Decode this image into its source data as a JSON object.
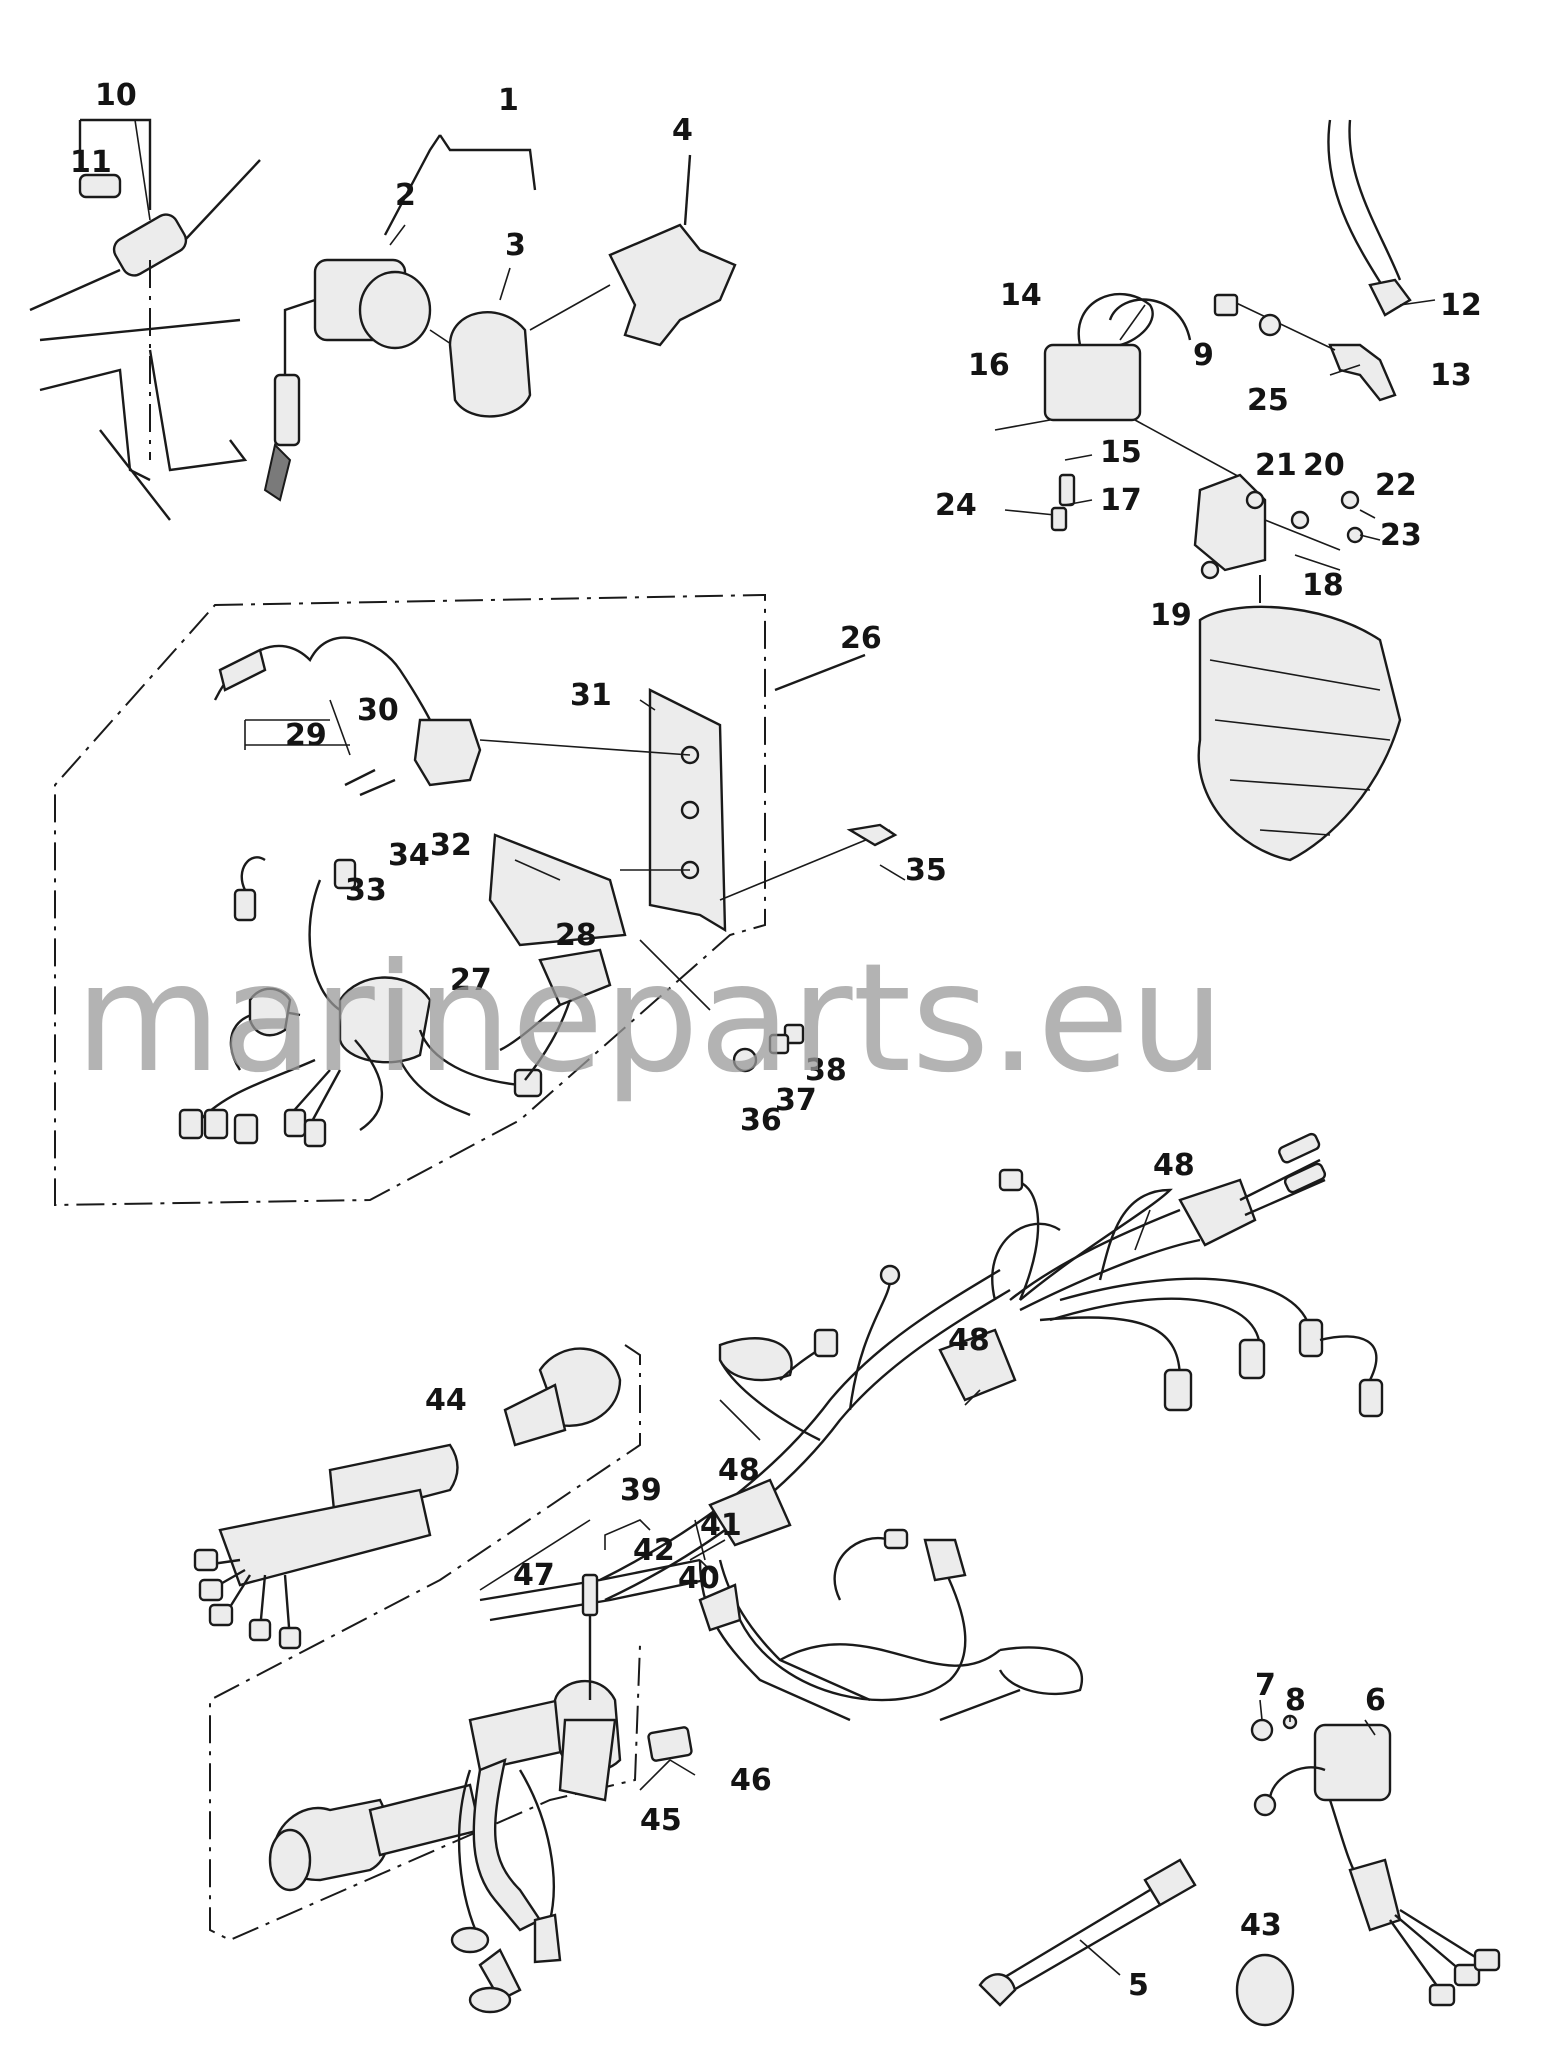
{
  "watermark": "marineparts.eu",
  "callouts": [
    "1",
    "2",
    "3",
    "4",
    "5",
    "6",
    "7",
    "8",
    "9",
    "10",
    "11",
    "12",
    "13",
    "14",
    "15",
    "16",
    "17",
    "18",
    "19",
    "20",
    "21",
    "22",
    "23",
    "24",
    "25",
    "26",
    "27",
    "28",
    "29",
    "30",
    "31",
    "32",
    "33",
    "34",
    "35",
    "36",
    "37",
    "38",
    "39",
    "40",
    "41",
    "42",
    "43",
    "44",
    "45",
    "46",
    "47",
    "48",
    "48",
    "48"
  ]
}
